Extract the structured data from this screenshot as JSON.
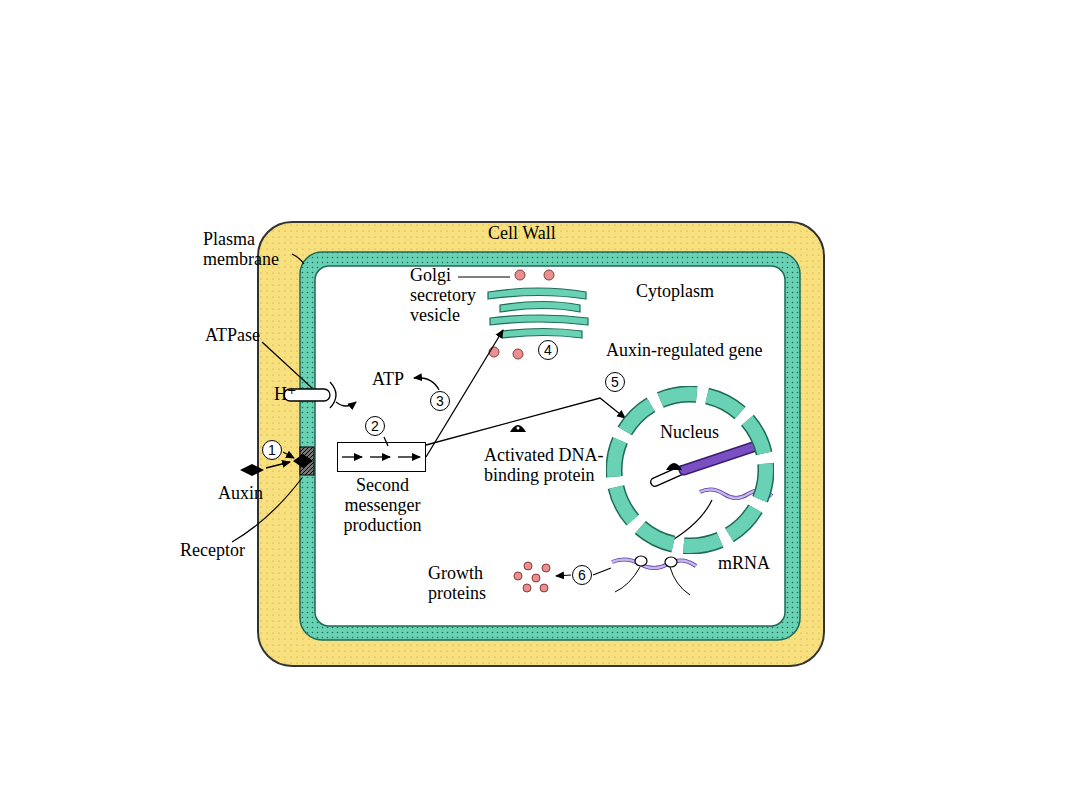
{
  "diagram": {
    "nodes": [
      {
        "text": [
          "Second messenger production"
        ]
      },
      {
        "text": [
          "Nucleus"
        ]
      }
    ],
    "edges": [
      {
        "from": 0,
        "to": 1,
        "arrow": "to"
      }
    ],
    "labels": [
      "Cell Wall",
      "Plasma membrane",
      "Golgi secretory vesicle",
      "Cytoplasm",
      "ATPase",
      "H⁺",
      "ATP",
      "3",
      "4",
      "Auxin-regulated gene",
      "5",
      "1",
      "2",
      "Auxin",
      "Activated DNA-binding protein",
      "Receptor",
      "Growth proteins",
      "6",
      "mRNA"
    ]
  }
}
